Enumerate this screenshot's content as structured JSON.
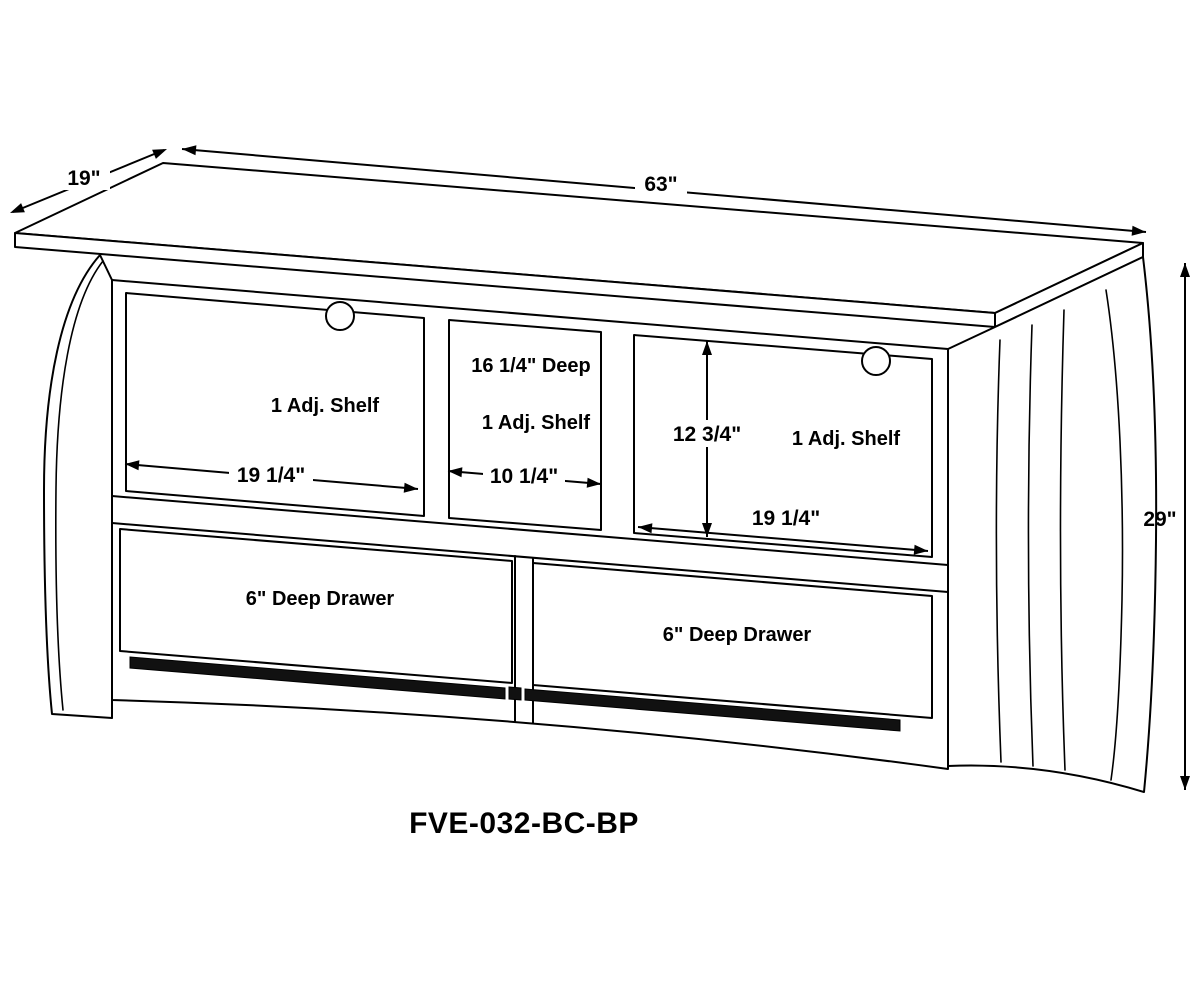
{
  "title": "FVE-032-BC-BP",
  "colors": {
    "line": "#000000",
    "background": "#ffffff",
    "vent": "#111111"
  },
  "dimensions": {
    "depth": "19\"",
    "width": "63\"",
    "height": "29\"",
    "left_shelf_width": "19 1/4\"",
    "middle_shelf_width": "10 1/4\"",
    "right_shelf_width": "19 1/4\"",
    "right_opening_height": "12 3/4\"",
    "middle_depth": "16 1/4\" Deep"
  },
  "labels": {
    "left_shelf": "1 Adj. Shelf",
    "middle_shelf": "1 Adj. Shelf",
    "right_shelf": "1 Adj. Shelf",
    "left_drawer": "6\" Deep Drawer",
    "right_drawer": "6\" Deep Drawer",
    "model": "FVE-032-BC-BP"
  }
}
